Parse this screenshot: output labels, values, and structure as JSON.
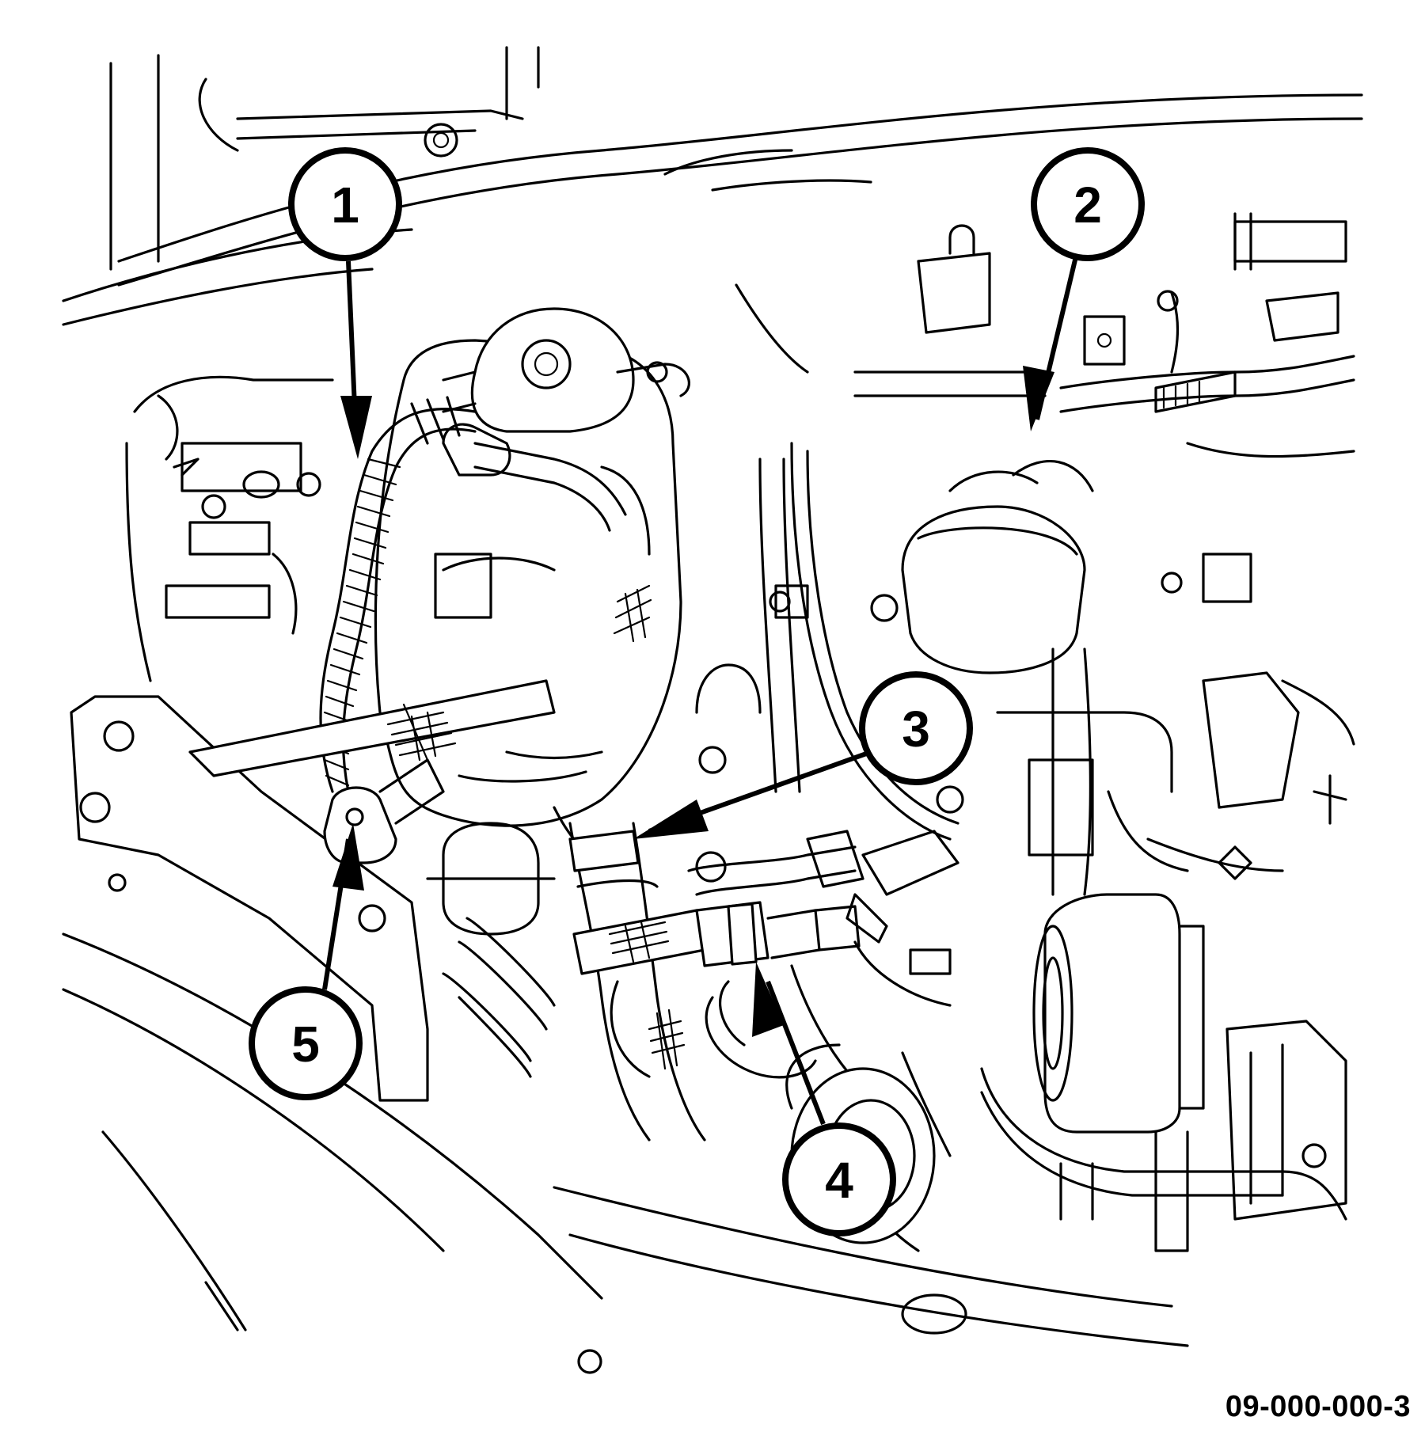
{
  "figure_id": "09-000-000-3",
  "callouts": [
    {
      "label": "1"
    },
    {
      "label": "2"
    },
    {
      "label": "3"
    },
    {
      "label": "4"
    },
    {
      "label": "5"
    }
  ],
  "colors": {
    "line": "#000000",
    "background": "#ffffff"
  }
}
